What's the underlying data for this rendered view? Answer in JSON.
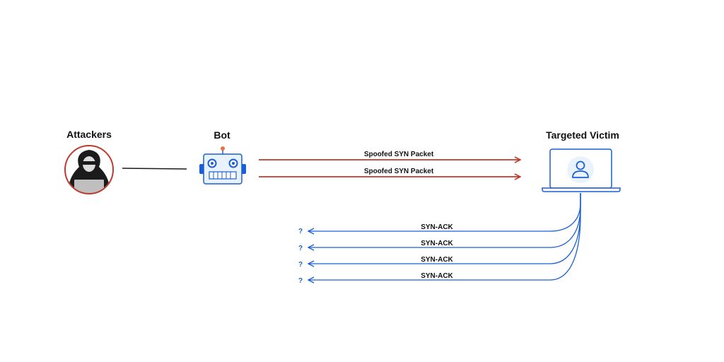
{
  "nodes": {
    "attackers": {
      "label": "Attackers"
    },
    "bot": {
      "label": "Bot"
    },
    "victim": {
      "label": "Targeted Victim"
    }
  },
  "edges": {
    "spoofed": [
      "Spoofed SYN Packet",
      "Spoofed SYN Packet"
    ],
    "synack": [
      "SYN-ACK",
      "SYN-ACK",
      "SYN-ACK",
      "SYN-ACK"
    ],
    "unknown_marks": [
      "?",
      "?",
      "?",
      "?"
    ]
  },
  "colors": {
    "attack_red": "#c0392b",
    "response_blue": "#1a5fd6",
    "dark": "#1b1b1b",
    "bot_face": "#e8f2fc",
    "bot_eye": "#1a5fd6",
    "bot_antenna": "#f0703b",
    "victim_screen_bg": "#eaf3fd"
  },
  "icons": {
    "attacker": "hooded-hacker-icon",
    "bot": "robot-icon",
    "victim": "laptop-user-icon"
  }
}
